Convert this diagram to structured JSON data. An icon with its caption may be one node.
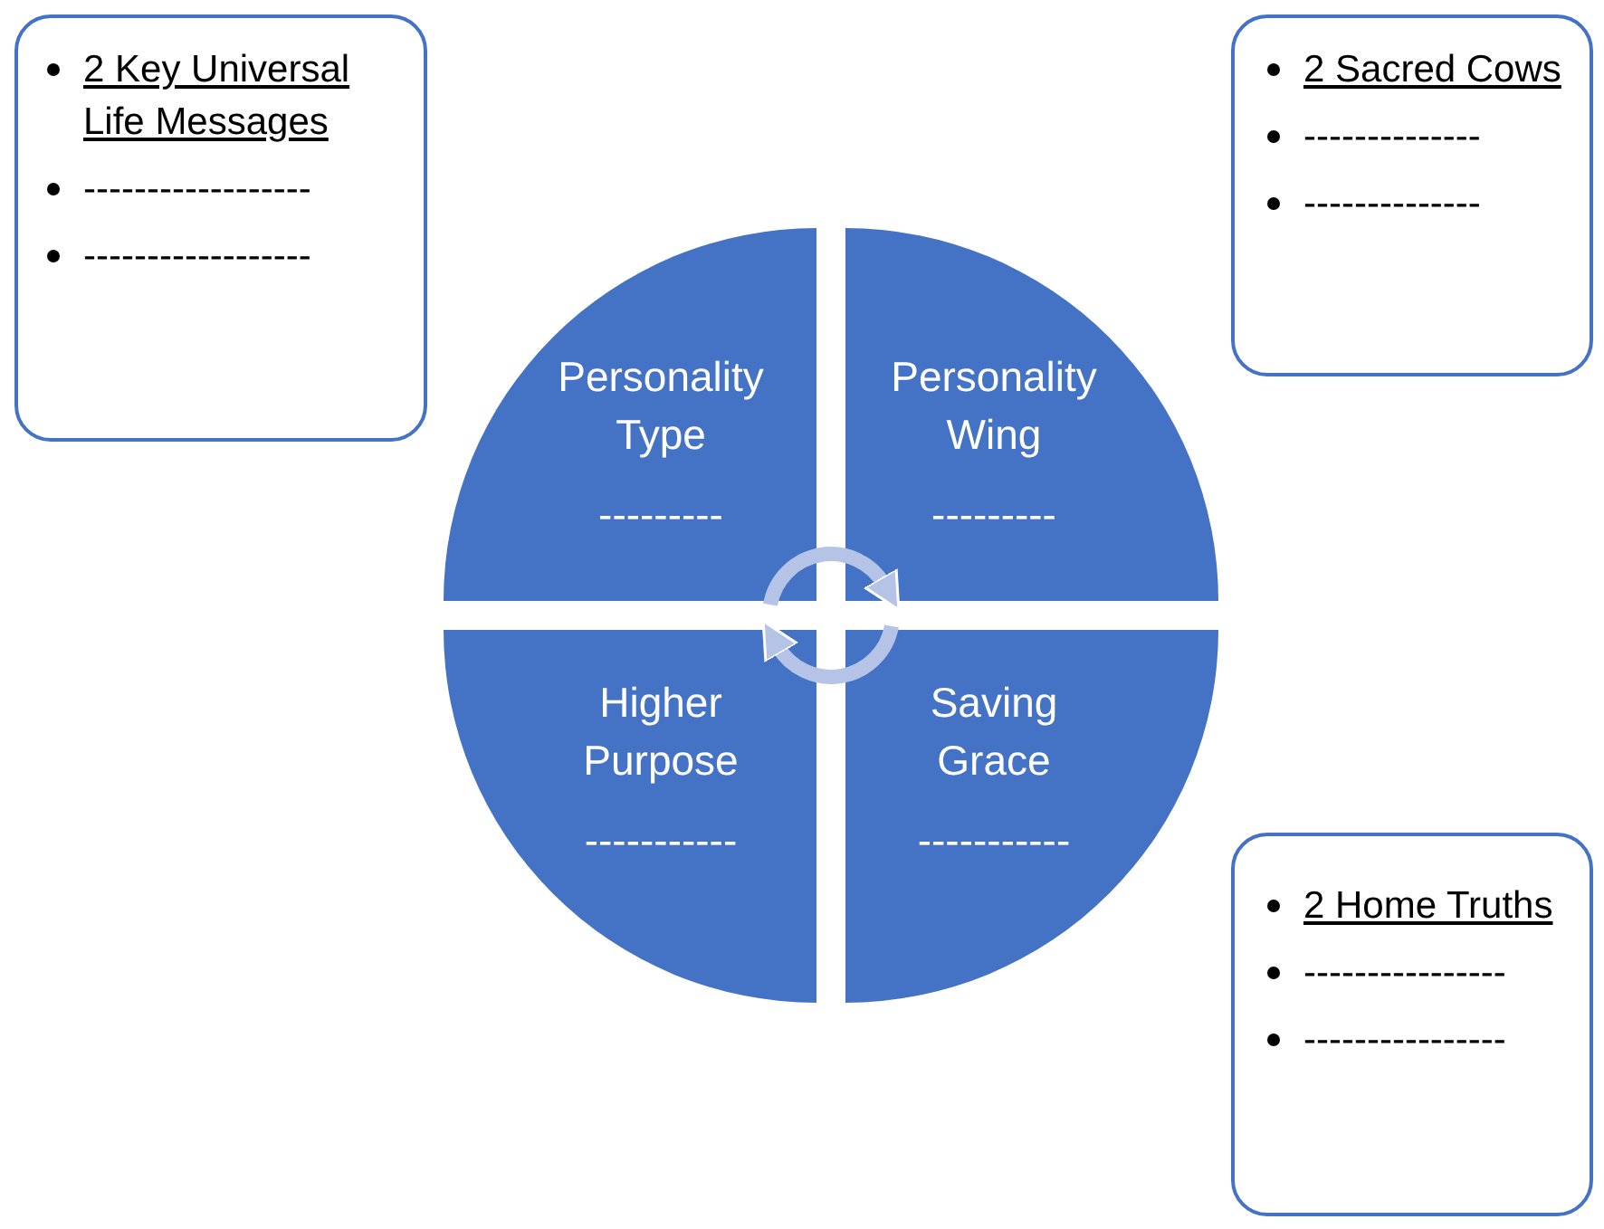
{
  "diagram": {
    "nodes": [
      {
        "text": [
          "2 Key Universal Life Messages",
          "------------------",
          "------------------"
        ]
      },
      {
        "text": [
          "2 Sacred Cows",
          "--------------",
          "--------------"
        ]
      },
      {
        "text": [
          "Personality Type",
          "---------"
        ]
      },
      {
        "text": [
          "Personality Wing",
          "---------"
        ]
      },
      {
        "text": [
          "Higher Purpose",
          "-----------"
        ]
      },
      {
        "text": [
          "Saving Grace",
          "-----------"
        ]
      },
      {
        "text": [
          "2 Home Truths",
          "----------------",
          "----------------"
        ]
      }
    ],
    "edges": [
      {
        "from": 2,
        "to": 3,
        "arrow": "to"
      },
      {
        "from": 5,
        "to": 4,
        "arrow": "to"
      }
    ]
  }
}
